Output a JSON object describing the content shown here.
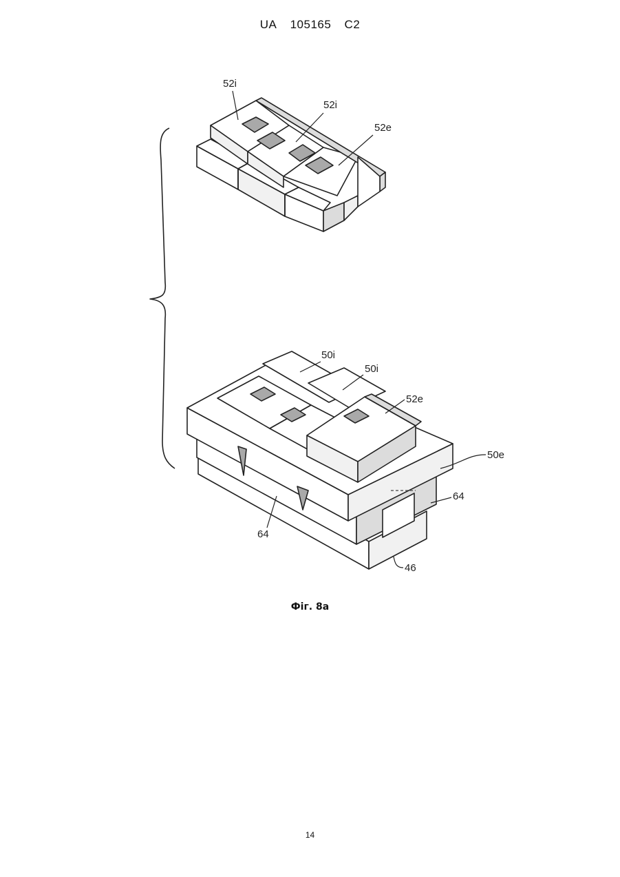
{
  "header": {
    "country": "UA",
    "number": "105165",
    "kind": "C2"
  },
  "figure": {
    "caption": "Фіг. 8а",
    "labels": {
      "top_52i_a": "52i",
      "top_52i_b": "52i",
      "top_52e": "52e",
      "bot_50i_a": "50i",
      "bot_50i_b": "50i",
      "bot_52e": "52e",
      "bot_50e": "50e",
      "bot_64_right": "64",
      "bot_64_front": "64",
      "bot_46": "46"
    }
  },
  "page_number": "14"
}
